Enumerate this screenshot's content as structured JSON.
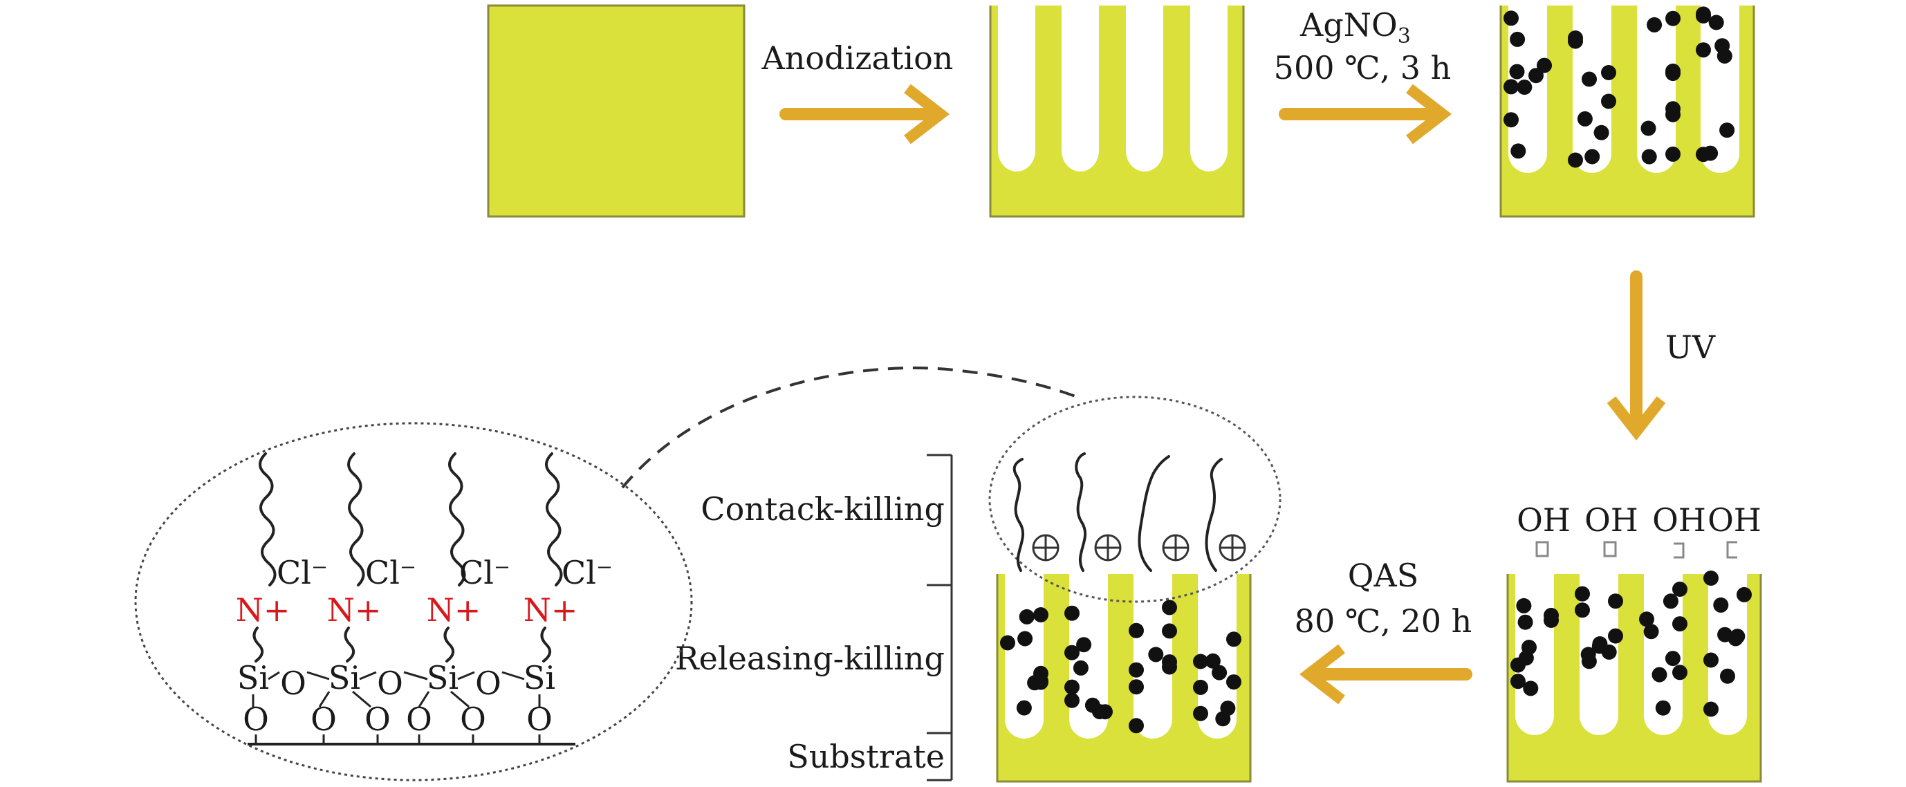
{
  "colors": {
    "substrate": "#d9e13a",
    "substrate_edge": "#8a8a3a",
    "arrow": "#e0a92b",
    "particle": "#111111",
    "ion": "#d8191c",
    "ink": "#1a1a1a"
  },
  "steps": {
    "anodization": "Anodization",
    "agno3": "AgNO",
    "agno3_sub": "3",
    "agno3_conditions": "500 ℃, 3 h",
    "uv": "UV",
    "qas": "QAS",
    "qas_conditions": "80 ℃, 20 h"
  },
  "hydroxyl_labels": [
    "OH",
    "OH",
    "OH",
    "OH"
  ],
  "layers": {
    "contact_killing": "Contack-killing",
    "releasing_killing": "Releasing-killing",
    "substrate": "Substrate"
  },
  "molecule": {
    "chloride": "Cl⁻",
    "ammonium": "N+",
    "silicon": "Si",
    "oxygen": "O"
  }
}
